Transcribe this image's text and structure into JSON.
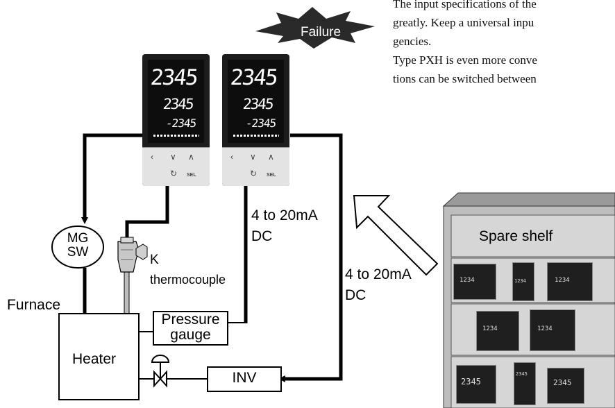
{
  "text": {
    "line1": "The input specifications of the",
    "line2": "greatly. Keep a universal inpu",
    "line3": "gencies.",
    "line4": "Type PXH is even more conve",
    "line5": "tions can be switched between"
  },
  "labels": {
    "failure": "Failure",
    "mg_sw_1": "MG",
    "mg_sw_2": "SW",
    "k": "K",
    "thermocouple": "thermocouple",
    "furnace": "Furnace",
    "heater": "Heater",
    "pressure_gauge_1": "Pressure",
    "pressure_gauge_2": "gauge",
    "inv": "INV",
    "signal_a_1": "4 to 20mA",
    "signal_a_2": "DC",
    "signal_b_1": "4 to 20mA",
    "signal_b_2": "DC",
    "spare_shelf": "Spare shelf"
  },
  "controllers": [
    {
      "pv": "2345",
      "sv": "2345",
      "mv": "-2345",
      "key_label": "SEL"
    },
    {
      "pv": "2345",
      "sv": "2345",
      "mv": "-2345",
      "key_label": "SEL"
    }
  ],
  "shelf_units": [
    "1234",
    "1234",
    "1234",
    "1234",
    "1234",
    "2345",
    "2345",
    "2345"
  ]
}
